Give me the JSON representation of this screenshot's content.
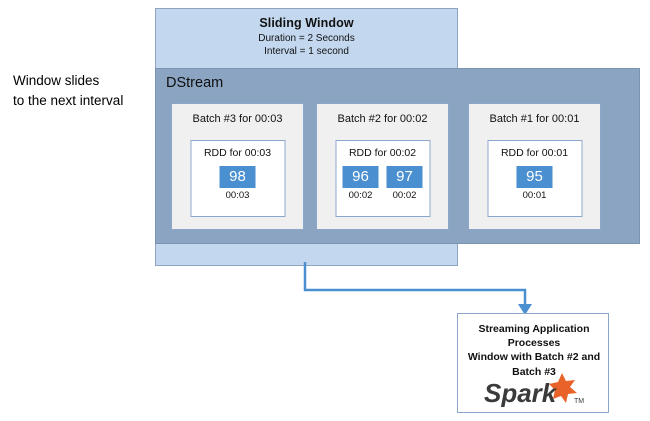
{
  "diagram": {
    "side_caption": "Window slides\nto the next interval",
    "window": {
      "title": "Sliding Window",
      "duration_label": "Duration = 2 Seconds",
      "interval_label": "Interval = 1 second"
    },
    "dstream_label": "DStream",
    "batches": [
      {
        "id": "batch-3",
        "title": "Batch #3 for 00:03",
        "rdd_title": "RDD for 00:03",
        "in_window": true,
        "values": [
          {
            "value": "98",
            "time": "00:03"
          }
        ]
      },
      {
        "id": "batch-2",
        "title": "Batch #2 for 00:02",
        "rdd_title": "RDD for 00:02",
        "in_window": true,
        "values": [
          {
            "value": "96",
            "time": "00:02"
          },
          {
            "value": "97",
            "time": "00:02"
          }
        ]
      },
      {
        "id": "batch-1",
        "title": "Batch #1 for 00:01",
        "rdd_title": "RDD for 00:01",
        "in_window": false,
        "values": [
          {
            "value": "95",
            "time": "00:01"
          }
        ]
      }
    ],
    "output": {
      "text": "Streaming Application\nProcesses\nWindow with Batch #2 and\nBatch #3",
      "logo_name": "spark-logo",
      "logo_wordmark": "Spark"
    },
    "colors": {
      "window_fill": "#c3d8ef",
      "dstream_fill": "#8ba4c2",
      "outside_fill": "#b6b6b6",
      "value_chip": "#4a8fd0",
      "connector": "#4a8fd0",
      "spark_orange": "#e8622a",
      "spark_text": "#3a3a3a"
    }
  }
}
